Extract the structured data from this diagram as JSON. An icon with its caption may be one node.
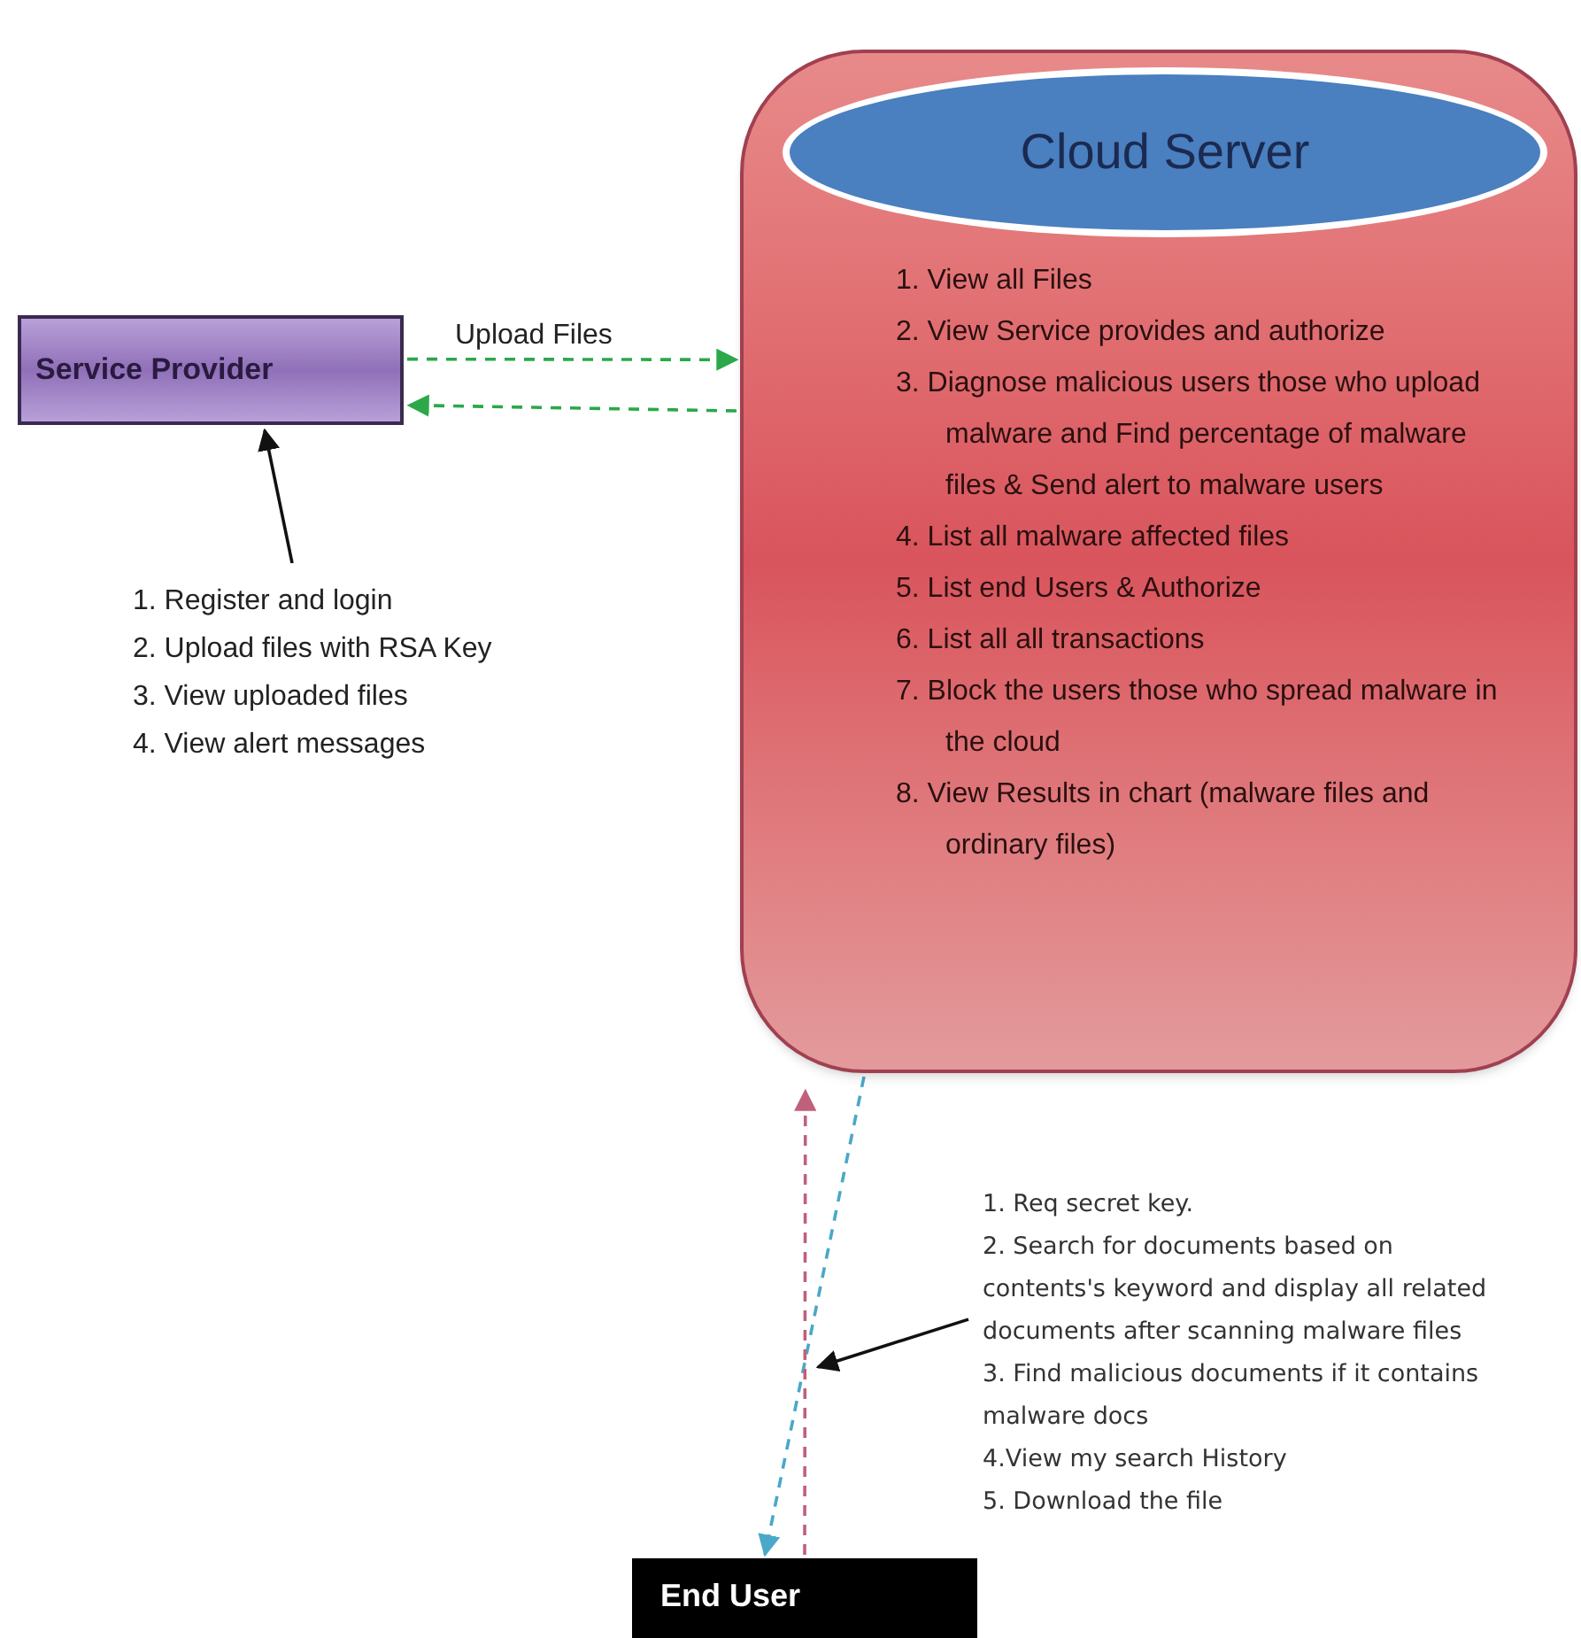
{
  "diagram": {
    "nodes": [
      {
        "text": [
          "1. View all Files",
          "2. View Service provides and authorize",
          "3. Diagnose malicious users those who upload malware and Find percentage of malware files & Send alert to malware users",
          "4. List all malware affected files",
          "5. List end Users & Authorize",
          "6. List all all transactions",
          "7. Block the users those who spread malware in the cloud",
          "8. View Results in chart (malware files and ordinary files)"
        ]
      },
      {
        "text": [
          "Cloud Server"
        ],
        "in": 0
      },
      {
        "text": [
          "Service Provider"
        ]
      },
      {
        "text": [
          "1. Register and login",
          "2. Upload files with RSA Key",
          "3. View uploaded files",
          "4. View alert messages"
        ]
      },
      {
        "text": [
          "End User"
        ]
      },
      {
        "text": [
          "1. Req secret key.",
          "2. Search for documents based on contents's keyword and display all related documents after scanning malware files",
          "3. Find malicious documents if it contains malware docs",
          "4.View my search History",
          "5. Download the file"
        ]
      }
    ],
    "edges": [
      {
        "from": 2,
        "to": 0,
        "arrow": "to",
        "label": "Upload Files",
        "style": "dashed",
        "color": "#2aa84a"
      },
      {
        "from": 0,
        "to": 2,
        "arrow": "to",
        "style": "dashed",
        "color": "#2aa84a"
      },
      {
        "from": 3,
        "to": 2,
        "arrow": "to",
        "color": "#111111"
      },
      {
        "from": 0,
        "to": 4,
        "arrow": "to",
        "style": "dashed",
        "color": "#4aa8c8"
      },
      {
        "from": 5,
        "to": null,
        "arrow": "to",
        "color": "#111111"
      },
      {
        "from": 4,
        "to": 0,
        "arrow": "to",
        "style": "dashed",
        "color": "#c0607a"
      }
    ]
  }
}
